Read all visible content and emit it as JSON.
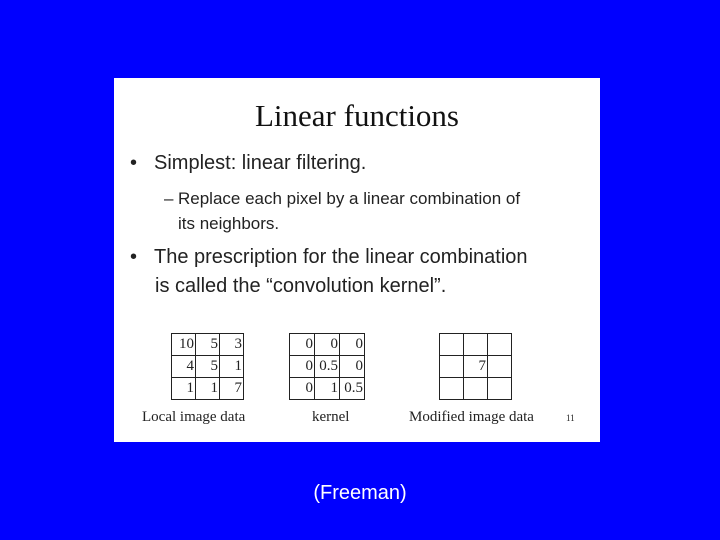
{
  "slide": {
    "title": "Linear functions",
    "bullet_symbol": "•",
    "dash_symbol": "–",
    "bullet1": "Simplest:  linear filtering.",
    "sub_bullet_line1": "Replace each pixel by a linear combination of",
    "sub_bullet_line2": "its neighbors.",
    "bullet2_line1": "The prescription for the linear combination",
    "bullet2_line2": "is called the “convolution kernel”.",
    "local_image_data": [
      [
        "10",
        "5",
        "3"
      ],
      [
        "4",
        "5",
        "1"
      ],
      [
        "1",
        "1",
        "7"
      ]
    ],
    "kernel": [
      [
        "0",
        "0",
        "0"
      ],
      [
        "0",
        "0.5",
        "0"
      ],
      [
        "0",
        "1",
        "0.5"
      ]
    ],
    "modified_image_data": [
      [
        "",
        "",
        ""
      ],
      [
        "",
        "7",
        ""
      ],
      [
        "",
        "",
        ""
      ]
    ],
    "caption_local": "Local image data",
    "caption_kernel": "kernel",
    "caption_modified": "Modified image data",
    "page_number": "11"
  },
  "credit": "(Freeman)"
}
